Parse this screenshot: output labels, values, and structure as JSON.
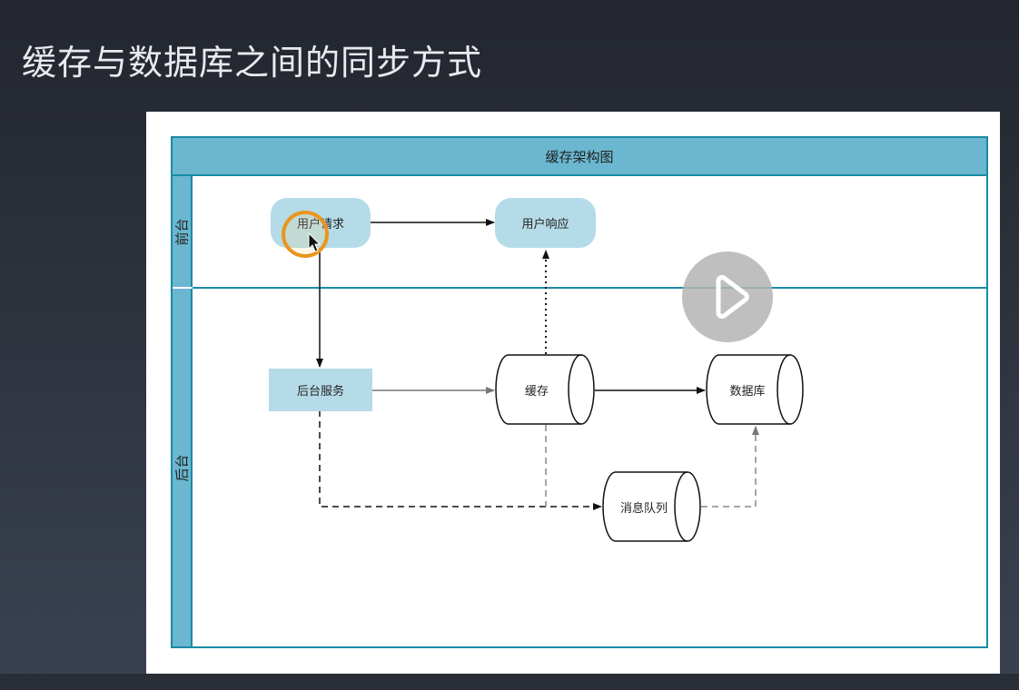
{
  "slide": {
    "title": "缓存与数据库之间的同步方式"
  },
  "diagram": {
    "header": "缓存架构图",
    "lanes": {
      "front": "前台",
      "back": "后台"
    },
    "nodes": {
      "user_request": "用户请求",
      "user_response": "用户响应",
      "backend_service": "后台服务",
      "cache": "缓存",
      "database": "数据库",
      "message_queue": "消息队列"
    }
  },
  "icons": {
    "play": "play-icon",
    "cursor": "mouse-cursor-icon"
  },
  "colors": {
    "header_fill": "#6ab7cf",
    "border": "#1a8aa6",
    "node_fill": "#b5dbe8",
    "highlight": "#e8961e"
  }
}
